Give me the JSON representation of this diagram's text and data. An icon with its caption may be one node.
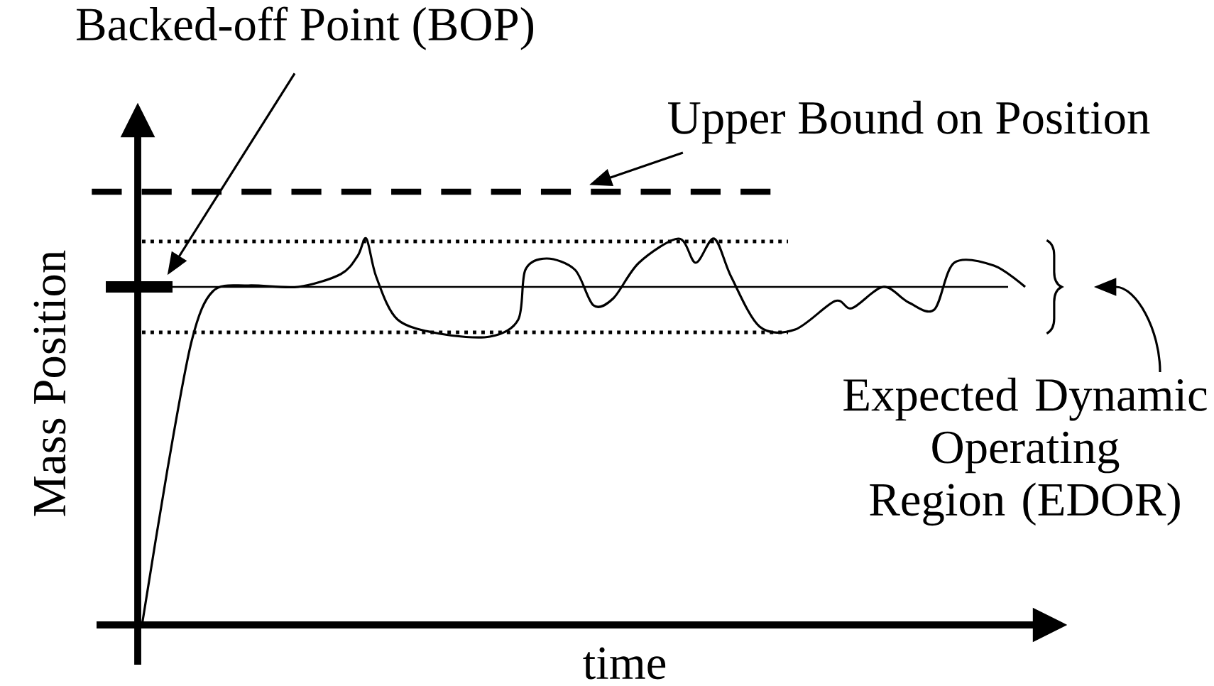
{
  "diagram": {
    "nodes": [
      {
        "text": [
          "Backed-off Point (BOP)"
        ]
      },
      {
        "text": [],
        "shape": "bar"
      },
      {
        "text": [
          "Upper Bound on Position"
        ]
      },
      {
        "text": [],
        "shape": "line"
      },
      {
        "text": [],
        "shape": "brace"
      },
      {
        "text": [
          "Expected Dynamic Operating Region (EDOR)"
        ]
      }
    ],
    "edges": [
      {
        "from": 0,
        "to": 1,
        "arrow": "to"
      },
      {
        "from": 2,
        "to": 3,
        "arrow": "to"
      },
      {
        "from": 5,
        "to": 4,
        "arrow": "to"
      }
    ],
    "labels": [
      "Mass Position",
      "time"
    ]
  }
}
